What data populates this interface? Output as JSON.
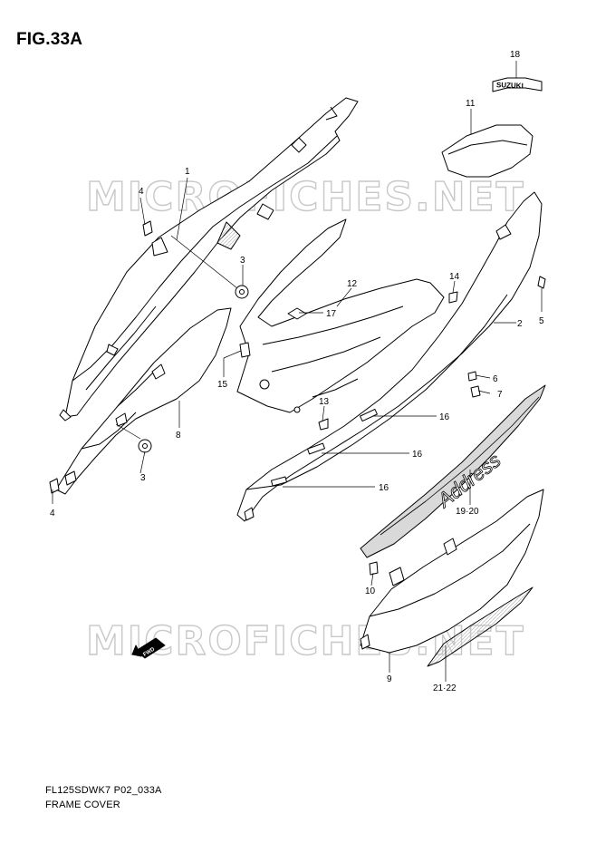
{
  "figure": {
    "title": "FIG.33A",
    "code": "FL125SDWK7 P02_033A",
    "name": "FRAME COVER"
  },
  "watermark": {
    "text": "MICROFICHES.NET"
  },
  "decals": {
    "brand": "SUZUKI",
    "model": "Address",
    "direction": "FWD"
  },
  "callouts": [
    {
      "id": "c1",
      "label": "1"
    },
    {
      "id": "c2",
      "label": "2"
    },
    {
      "id": "c3a",
      "label": "3"
    },
    {
      "id": "c3b",
      "label": "3"
    },
    {
      "id": "c4a",
      "label": "4"
    },
    {
      "id": "c4b",
      "label": "4"
    },
    {
      "id": "c5",
      "label": "5"
    },
    {
      "id": "c6",
      "label": "6"
    },
    {
      "id": "c7",
      "label": "7"
    },
    {
      "id": "c8",
      "label": "8"
    },
    {
      "id": "c9",
      "label": "9"
    },
    {
      "id": "c10",
      "label": "10"
    },
    {
      "id": "c11",
      "label": "11"
    },
    {
      "id": "c12",
      "label": "12"
    },
    {
      "id": "c13",
      "label": "13"
    },
    {
      "id": "c14",
      "label": "14"
    },
    {
      "id": "c15",
      "label": "15"
    },
    {
      "id": "c16a",
      "label": "16"
    },
    {
      "id": "c16b",
      "label": "16"
    },
    {
      "id": "c16c",
      "label": "16"
    },
    {
      "id": "c17",
      "label": "17"
    },
    {
      "id": "c18",
      "label": "18"
    },
    {
      "id": "c1920",
      "label": "19·20"
    },
    {
      "id": "c2122",
      "label": "21·22"
    }
  ],
  "colors": {
    "line": "#000000",
    "watermark": "#c8c8c8",
    "shade": "#d9d9d9"
  }
}
